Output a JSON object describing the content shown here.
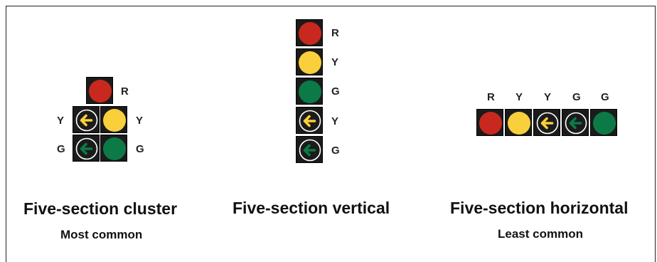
{
  "colors": {
    "red": "#c8281e",
    "yellow": "#f9cf3b",
    "green": "#0b7a46",
    "housing": "#1b1b1b"
  },
  "cluster": {
    "title": "Five-section cluster",
    "subtitle": "Most common",
    "labels": {
      "r": "R",
      "y_left": "Y",
      "y_right": "Y",
      "g_left": "G",
      "g_right": "G"
    }
  },
  "vertical": {
    "title": "Five-section vertical",
    "labels": [
      "R",
      "Y",
      "G",
      "Y",
      "G"
    ]
  },
  "horizontal": {
    "title": "Five-section horizontal",
    "subtitle": "Least common",
    "labels": [
      "R",
      "Y",
      "Y",
      "G",
      "G"
    ]
  },
  "icons": {
    "ball": "circle",
    "arrow": "left-arrow"
  }
}
